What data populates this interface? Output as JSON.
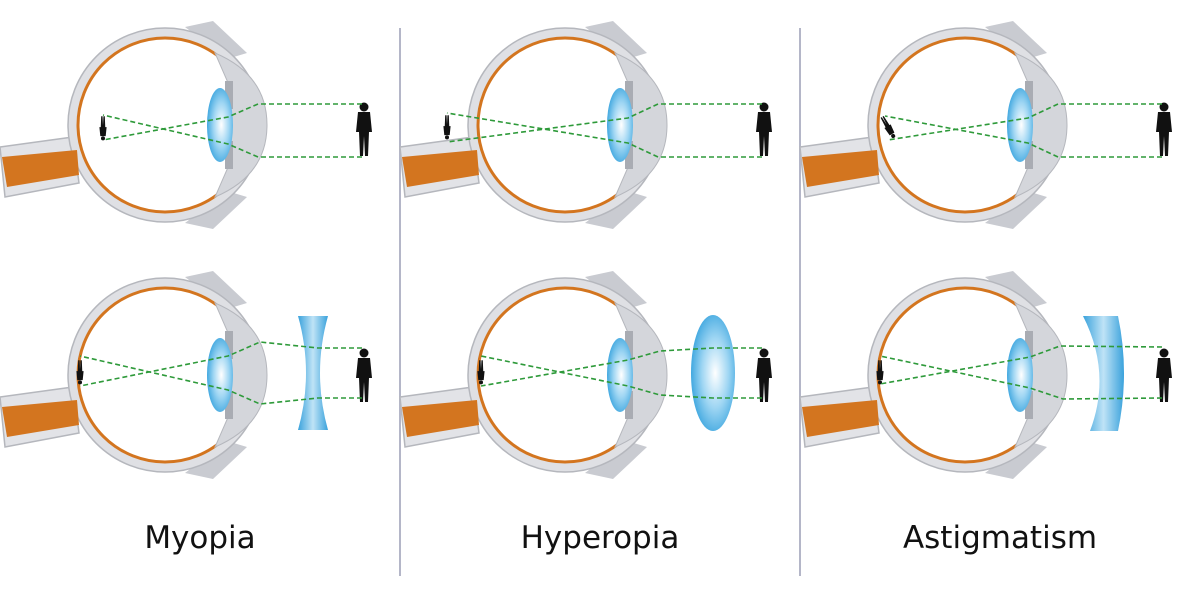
{
  "panels": [
    {
      "id": "myopia",
      "label": "Myopia",
      "correction_lens": "concave"
    },
    {
      "id": "hyperopia",
      "label": "Hyperopia",
      "correction_lens": "convex"
    },
    {
      "id": "astigmatism",
      "label": "Astigmatism",
      "correction_lens": "cylindrical"
    }
  ],
  "colors": {
    "sclera": "#dcdde2",
    "retina": "#d3751f",
    "lens": "#3aa7e0",
    "ray": "#2e9a3a",
    "divider": "#b4b6c8"
  }
}
